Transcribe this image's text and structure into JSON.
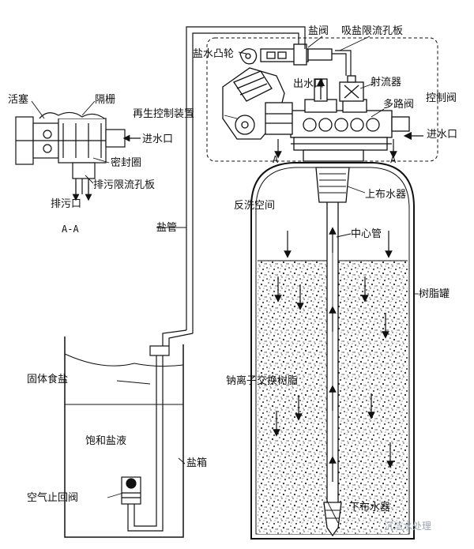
{
  "labels": {
    "salt_valve": "盐阀",
    "brine_orifice": "吸盐限流孔板",
    "brine_cam": "盐水凸轮",
    "water_outlet": "出水口",
    "ejector": "射流器",
    "control_valve": "控制阀",
    "multiport_valve": "多路阀",
    "regen_control": "再生控制装置",
    "water_inlet_main": "进水口",
    "upper_distributor": "上布水器",
    "backwash_space": "反洗空间",
    "center_pipe": "中心管",
    "resin_tank": "树脂罐",
    "na_resin": "钠离子交换树脂",
    "lower_distributor": "下布水器",
    "salt_pipe": "盐管",
    "solid_salt": "固体食盐",
    "saturated_brine": "饱和盐液",
    "brine_box": "盐箱",
    "air_check_valve": "空气止回阀",
    "piston": "活塞",
    "spacer": "隔栅",
    "water_inlet_detail": "进水口",
    "seal_ring": "密封圈",
    "drain_orifice": "排污限流孔板",
    "drain_outlet": "排污口",
    "section_aa": "A-A",
    "mark_a_left": "A",
    "mark_a_right": "A",
    "watermark": "沉洁水处理"
  }
}
